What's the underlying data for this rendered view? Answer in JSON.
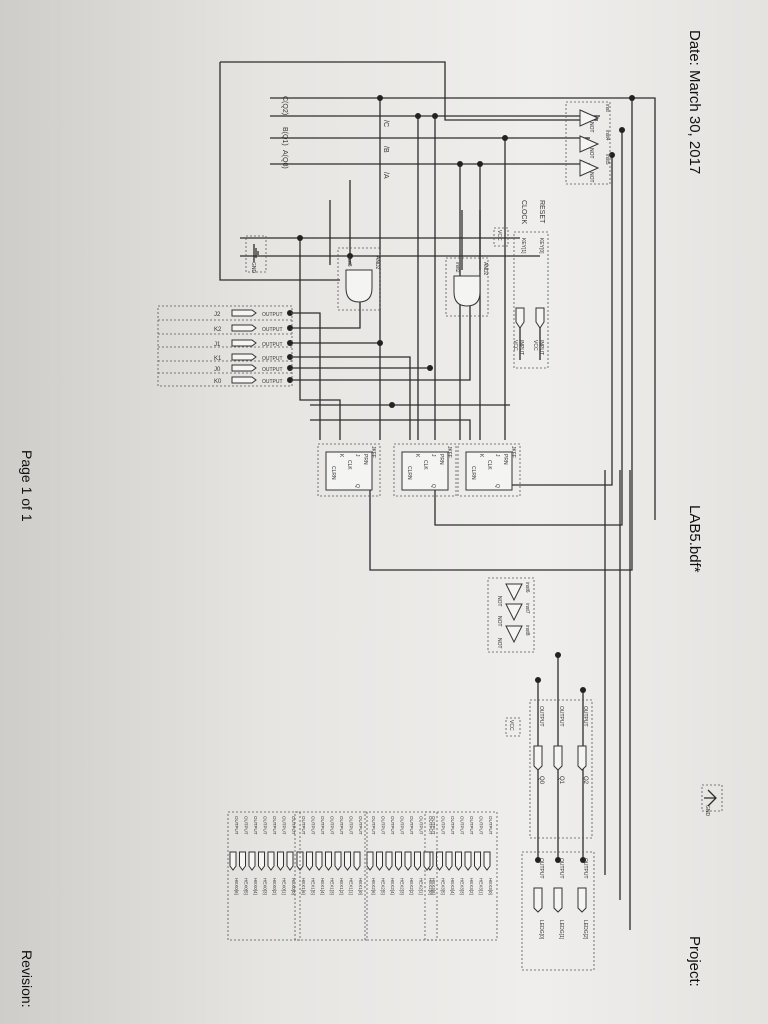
{
  "header": {
    "date": "Date: March 30, 2017",
    "file": "LAB5.bdf*",
    "project": "Project:",
    "page": "Page 1 of 1",
    "revision": "Revision:"
  },
  "inputs": {
    "reset": "RESET",
    "clock": "CLOCK",
    "key0": "KEY[0]",
    "key1": "KEY[1]",
    "input_tag": "INPUT",
    "vcc": "VCC"
  },
  "power": {
    "gnd": "GND",
    "vcc": "VCC"
  },
  "gates": {
    "and2_a": "AND2",
    "and2_a_inst": "inst3",
    "and2_b": "AND2",
    "and2_b_inst": "inst2",
    "not_label": "NOT",
    "not_insts_top": [
      "inst",
      "inst4",
      "inst5"
    ],
    "not_insts_mid": [
      "inst6",
      "inst7",
      "inst8"
    ]
  },
  "flipflops": [
    {
      "name": "JKFF",
      "pins": [
        "PRN",
        "J",
        "CLK",
        "K",
        "CLRN",
        "Q"
      ]
    },
    {
      "name": "JKFF",
      "pins": [
        "PRN",
        "J",
        "CLK",
        "K",
        "CLRN",
        "Q"
      ]
    },
    {
      "name": "JKFF",
      "pins": [
        "PRN",
        "J",
        "CLK",
        "K",
        "CLRN",
        "Q"
      ]
    }
  ],
  "jk_outputs": [
    "J2",
    "K2",
    "J1",
    "K1",
    "J0",
    "K0"
  ],
  "output_tag": "OUTPUT",
  "state_labels": [
    "C(Q2)",
    "B(Q1)",
    "A(Q0)"
  ],
  "not_outputs": [
    "/C",
    "/B",
    "/A"
  ],
  "q_outputs": [
    "Q2",
    "Q1",
    "Q0"
  ],
  "leds": [
    "LEDG[2]",
    "LEDG[1]",
    "LEDG[0]"
  ],
  "hex_groups": [
    [
      "HEX3[0]",
      "HEX3[1]",
      "HEX3[2]",
      "HEX3[3]",
      "HEX3[4]",
      "HEX3[5]",
      "HEX3[6]"
    ],
    [
      "HEX2[0]",
      "HEX2[1]",
      "HEX2[2]",
      "HEX2[3]",
      "HEX2[4]",
      "HEX2[5]",
      "HEX2[6]"
    ],
    [
      "HEX1[0]",
      "HEX1[1]",
      "HEX1[2]",
      "HEX1[3]",
      "HEX1[4]",
      "HEX1[5]",
      "HEX1[6]"
    ],
    [
      "HEX0[0]",
      "HEX0[1]",
      "HEX0[2]",
      "HEX0[3]",
      "HEX0[4]",
      "HEX0[5]",
      "HEX0[6]"
    ]
  ]
}
